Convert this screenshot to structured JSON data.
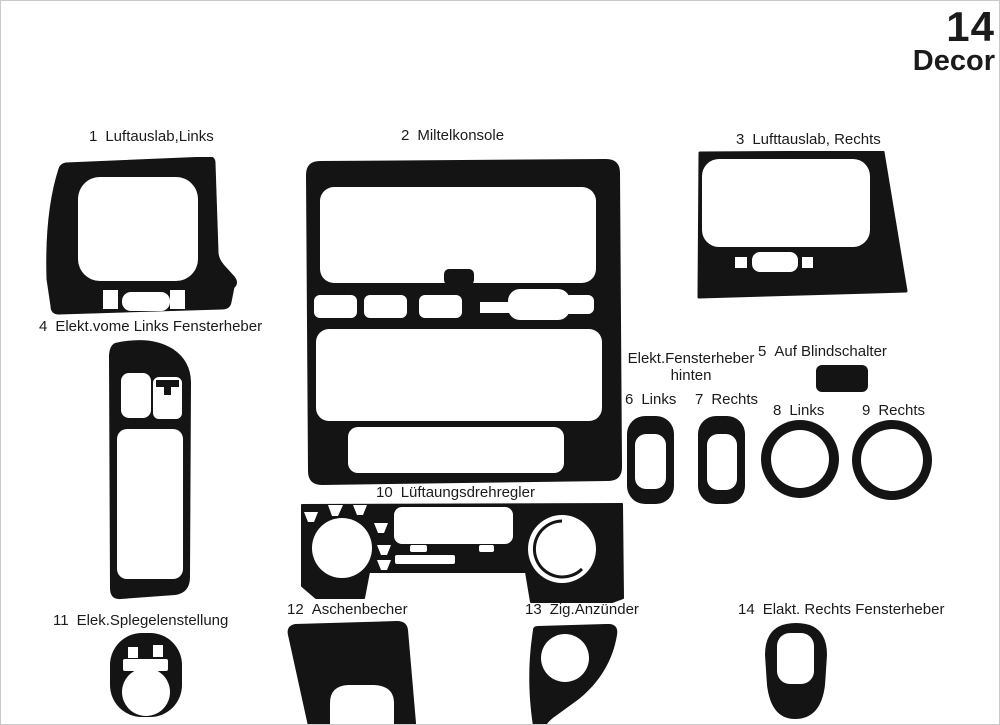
{
  "title": {
    "number": "14",
    "word": "Decor"
  },
  "group_label": {
    "line1": "Elekt.Fensterheber",
    "line2": "hinten"
  },
  "colors": {
    "ink": "#141414",
    "paper": "#ffffff"
  },
  "parts": [
    {
      "num": "1",
      "label": "Luftauslab,Links"
    },
    {
      "num": "2",
      "label": "Miltelkonsole"
    },
    {
      "num": "3",
      "label": "Lufttauslab, Rechts"
    },
    {
      "num": "4",
      "label": "Elekt.vome Links Fensterheber"
    },
    {
      "num": "5",
      "label": "Auf Blindschalter"
    },
    {
      "num": "6",
      "label": "Links"
    },
    {
      "num": "7",
      "label": "Rechts"
    },
    {
      "num": "8",
      "label": "Links"
    },
    {
      "num": "9",
      "label": "Rechts"
    },
    {
      "num": "10",
      "label": "Lüftaungsdrehregler"
    },
    {
      "num": "11",
      "label": "Elek.Splegelenstellung"
    },
    {
      "num": "12",
      "label": "Aschenbecher"
    },
    {
      "num": "13",
      "label": "Zig.Anzünder"
    },
    {
      "num": "14",
      "label": "Elakt. Rechts Fensterheber"
    }
  ]
}
